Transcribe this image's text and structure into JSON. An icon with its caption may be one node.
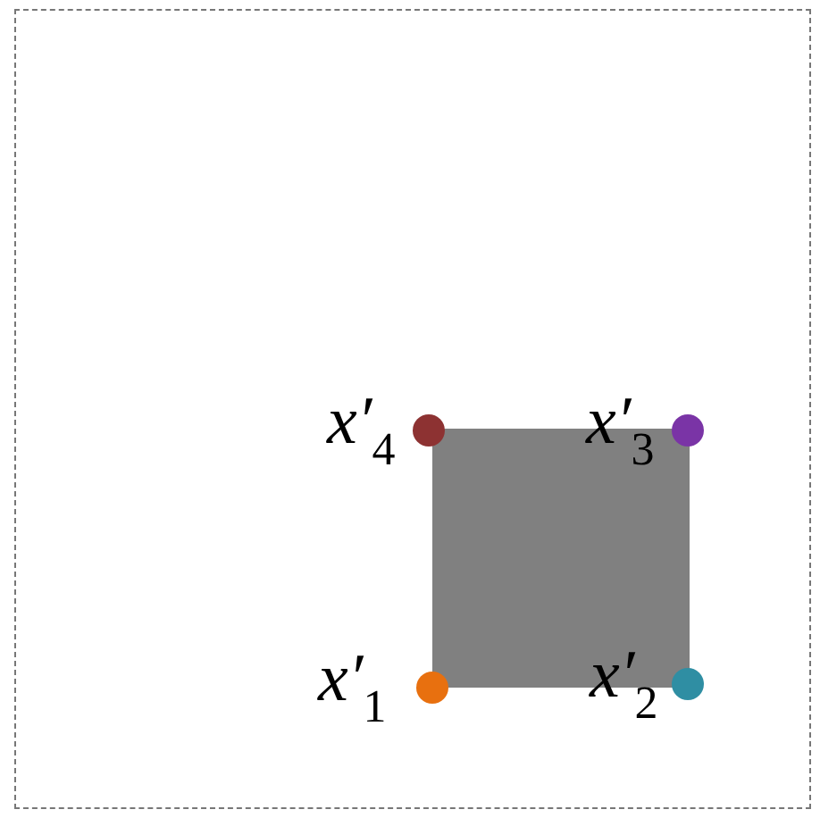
{
  "diagram": {
    "nodes": [
      {
        "text": [],
        "shape": "box"
      },
      {
        "text": [],
        "shape": "circle",
        "beside": [
          "x′$_{4}$"
        ]
      },
      {
        "text": [],
        "shape": "circle",
        "beside": [
          "x′$_{3}$"
        ]
      },
      {
        "text": [],
        "shape": "circle",
        "beside": [
          "x′$_{1}$"
        ]
      },
      {
        "text": [],
        "shape": "circle",
        "beside": [
          "x′$_{2}$"
        ]
      }
    ],
    "edges": []
  }
}
